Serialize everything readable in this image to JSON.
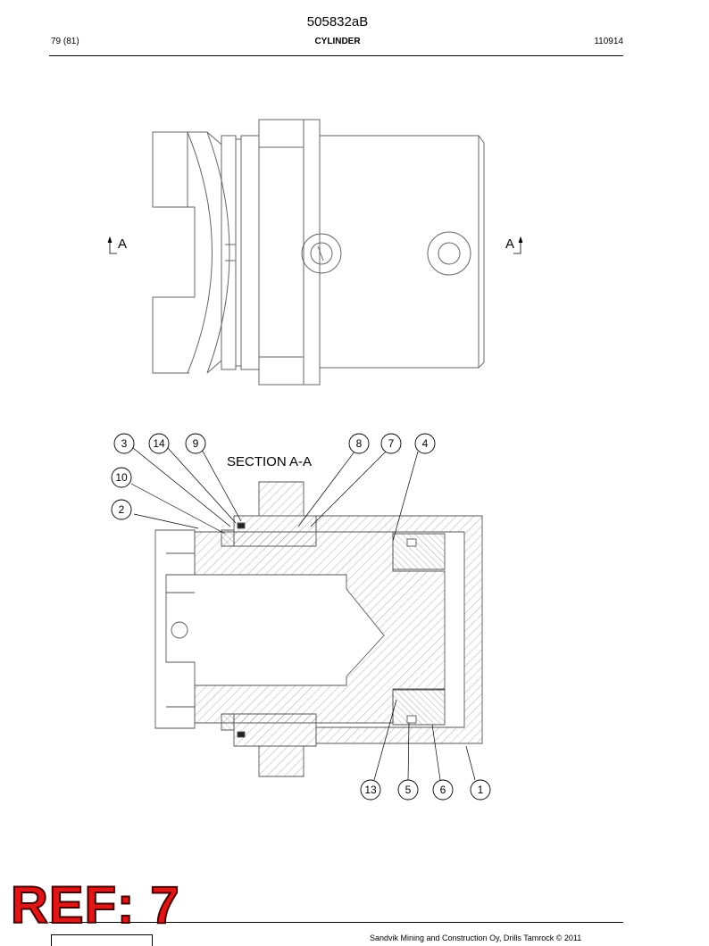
{
  "header": {
    "doc_id": "505832aB",
    "page": "79 (81)",
    "title": "CYLINDER",
    "code": "110914"
  },
  "drawing": {
    "section_marker": "A",
    "section_title": "SECTION  A-A",
    "callouts_top": [
      "3",
      "14",
      "9",
      "8",
      "7",
      "4"
    ],
    "callouts_left": [
      "10",
      "2"
    ],
    "callouts_bottom": [
      "13",
      "5",
      "6",
      "1"
    ]
  },
  "stamp": {
    "text": "REF: 7",
    "color": "#e01515"
  },
  "footer": {
    "text": "Sandvik Mining and Construction Oy, Drills Tamrock © 2011"
  }
}
